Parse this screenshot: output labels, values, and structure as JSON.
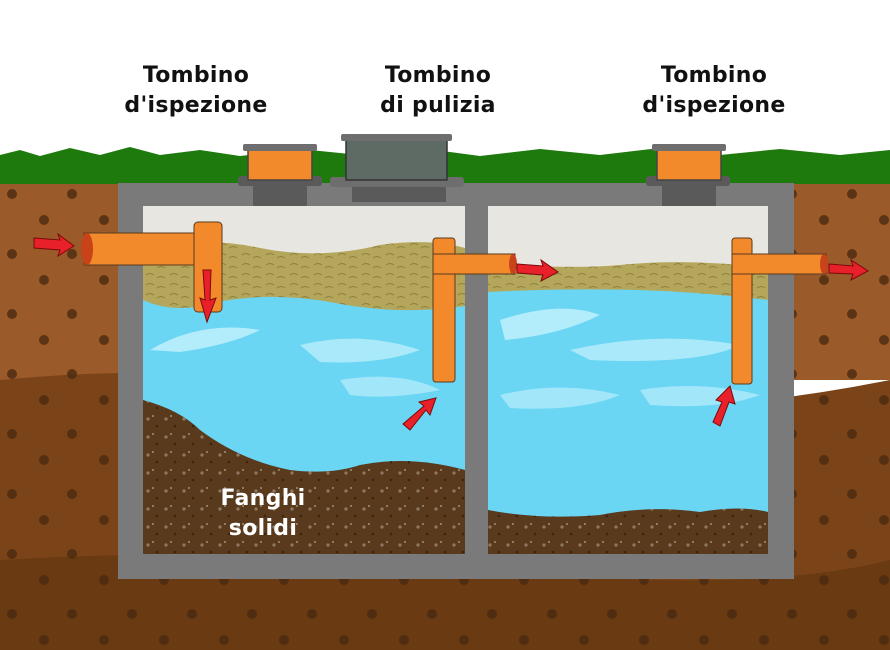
{
  "labels": {
    "left_manhole": [
      "Tombino",
      "d'ispezione"
    ],
    "center_manhole": [
      "Tombino",
      "di pulizia"
    ],
    "right_manhole": [
      "Tombino",
      "d'ispezione"
    ],
    "sludge": [
      "Fanghi",
      "solidi"
    ]
  },
  "colors": {
    "sky": "#ffffff",
    "grass": "#1f7a0e",
    "soil_upper": "#9a5a2a",
    "soil_lower": "#7a4418",
    "concrete": "#7a7a7a",
    "water": "#6ad6f4",
    "scum": "#b4a65a",
    "sludge": "#5a3a1c",
    "pipe": "#f28a2c",
    "arrow": "#e8202a",
    "manhole_cap_gray": "#5e6a64"
  }
}
